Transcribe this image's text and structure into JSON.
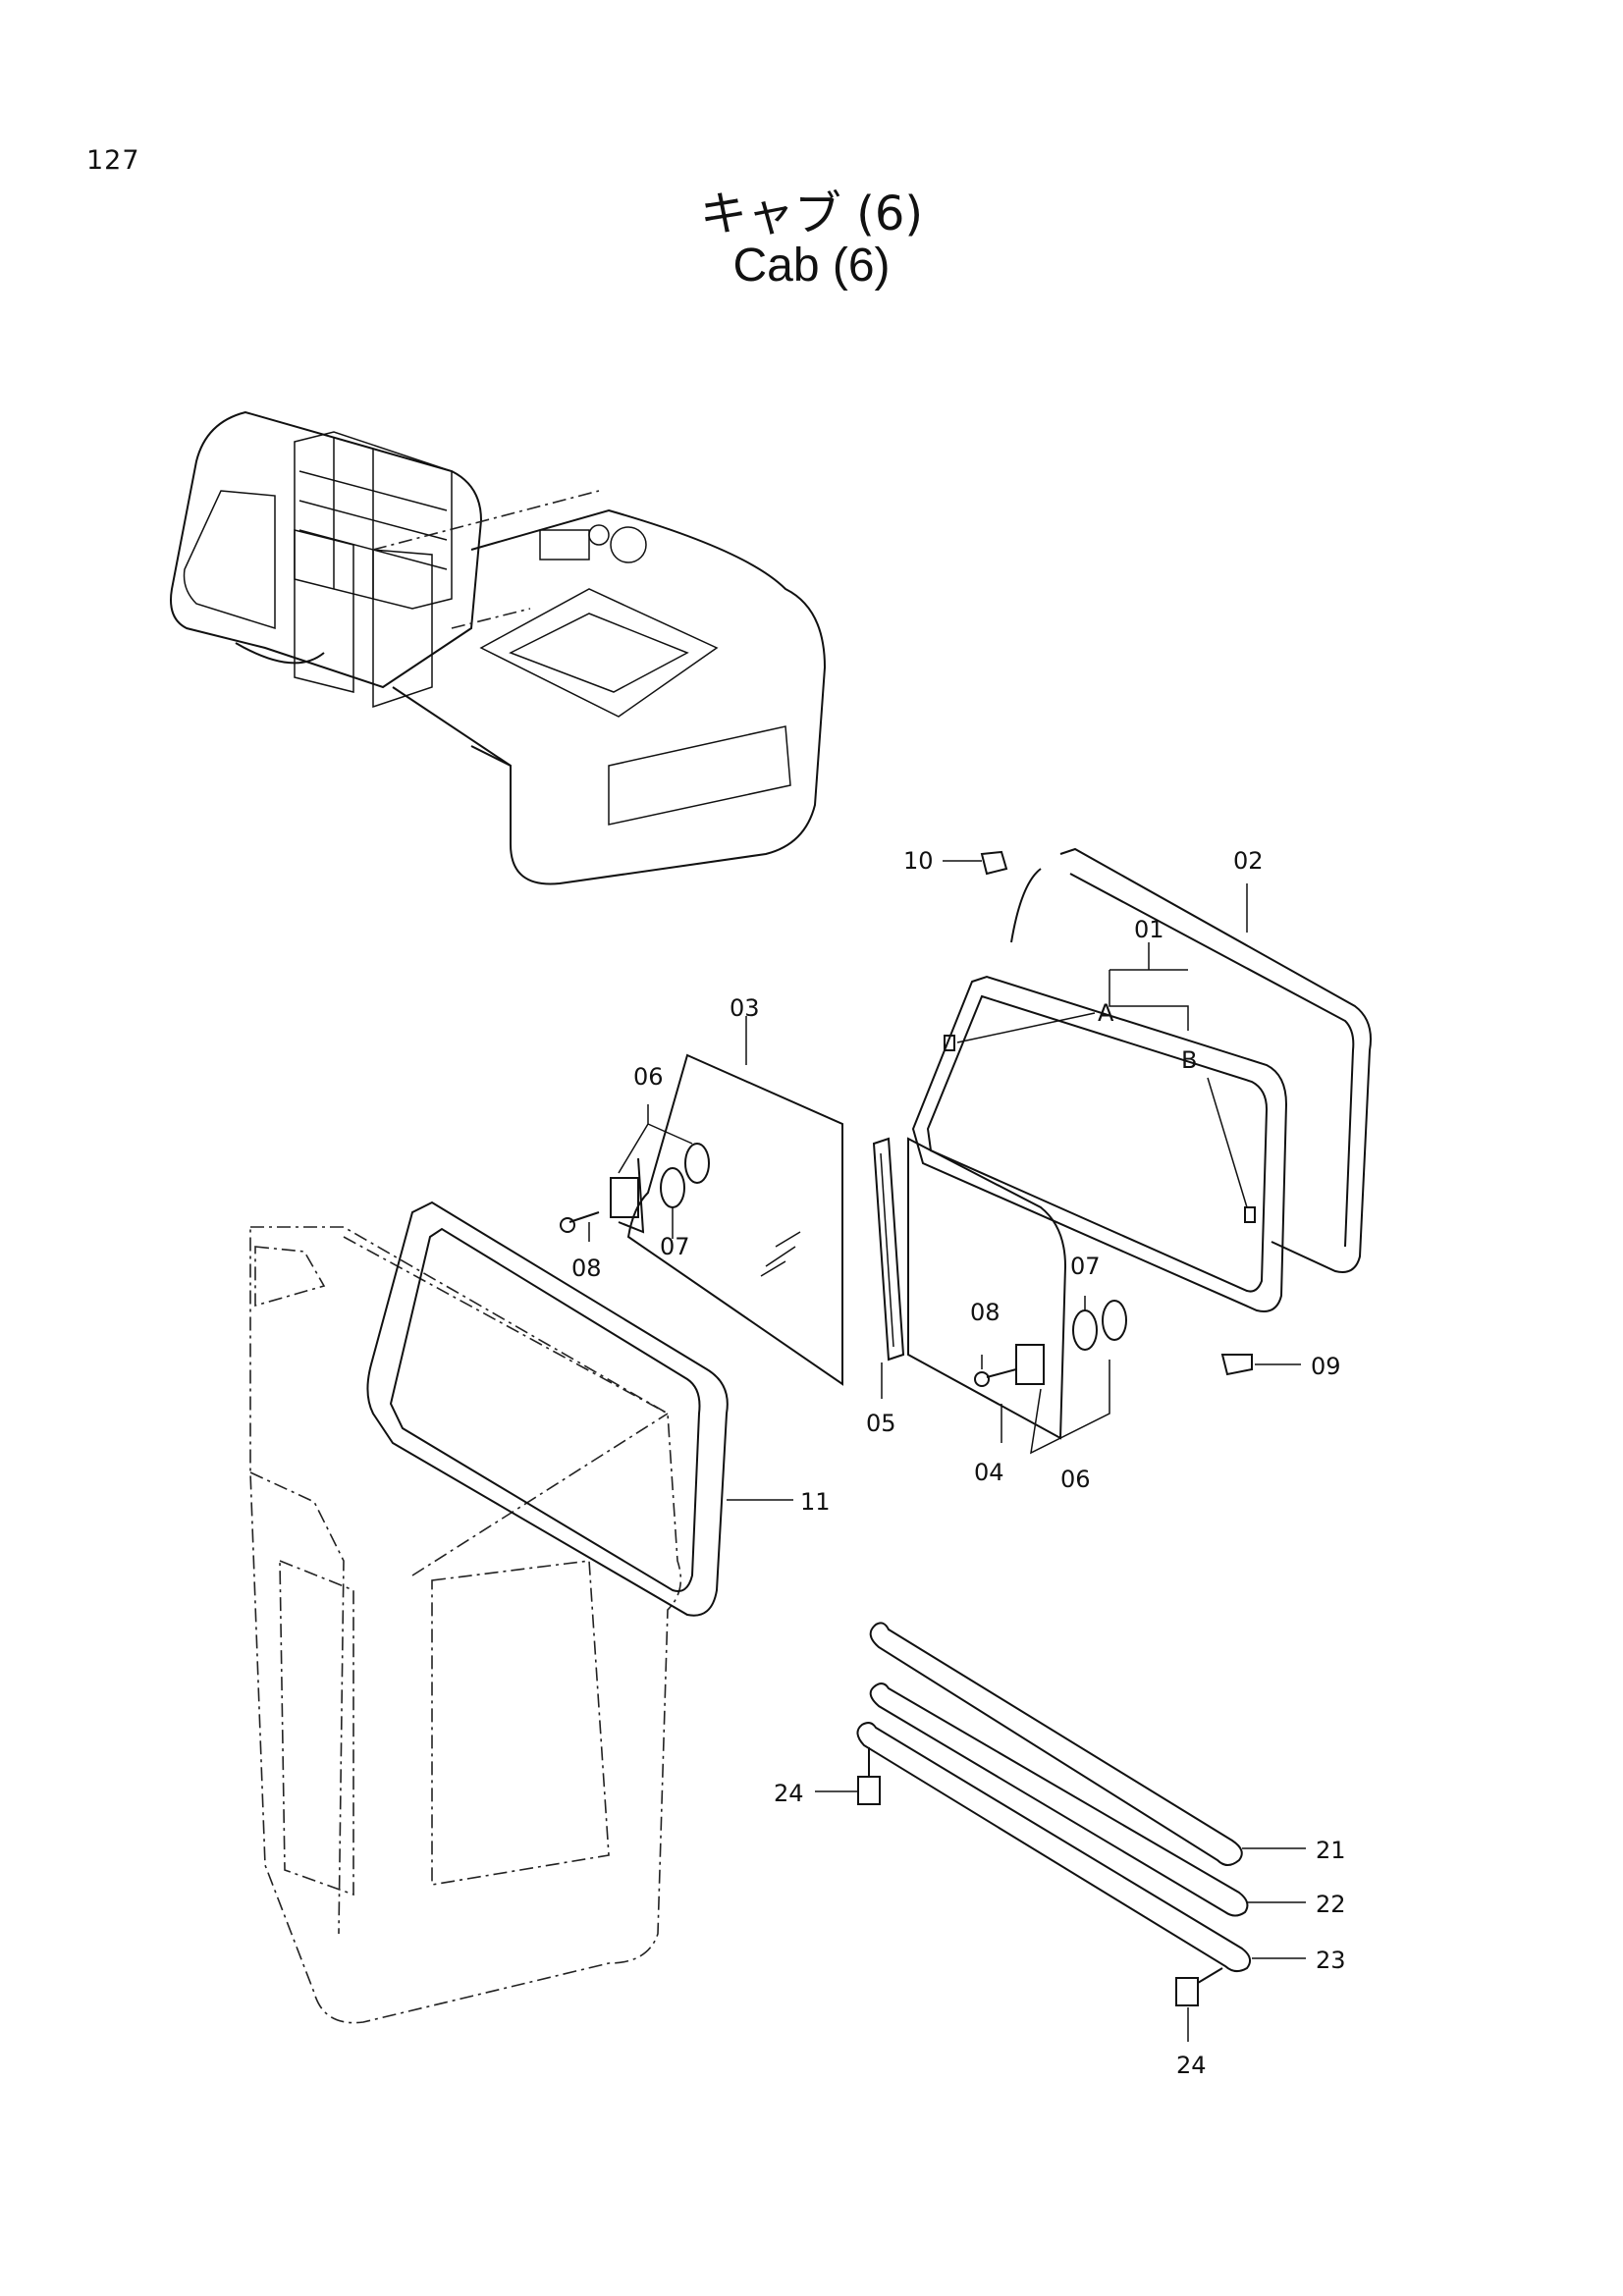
{
  "page": {
    "number": "127"
  },
  "title": {
    "japanese": "キャブ (6)",
    "english": "Cab (6)"
  },
  "callouts": [
    {
      "id": "c-10",
      "text": "10"
    },
    {
      "id": "c-02",
      "text": "02"
    },
    {
      "id": "c-01",
      "text": "01"
    },
    {
      "id": "c-A",
      "text": "A"
    },
    {
      "id": "c-B",
      "text": "B"
    },
    {
      "id": "c-03",
      "text": "03"
    },
    {
      "id": "c-06a",
      "text": "06"
    },
    {
      "id": "c-08a",
      "text": "08"
    },
    {
      "id": "c-07a",
      "text": "07"
    },
    {
      "id": "c-05",
      "text": "05"
    },
    {
      "id": "c-07b",
      "text": "07"
    },
    {
      "id": "c-08b",
      "text": "08"
    },
    {
      "id": "c-09",
      "text": "09"
    },
    {
      "id": "c-04",
      "text": "04"
    },
    {
      "id": "c-06b",
      "text": "06"
    },
    {
      "id": "c-11",
      "text": "11"
    },
    {
      "id": "c-24a",
      "text": "24"
    },
    {
      "id": "c-21",
      "text": "21"
    },
    {
      "id": "c-22",
      "text": "22"
    },
    {
      "id": "c-23",
      "text": "23"
    },
    {
      "id": "c-24b",
      "text": "24"
    }
  ]
}
